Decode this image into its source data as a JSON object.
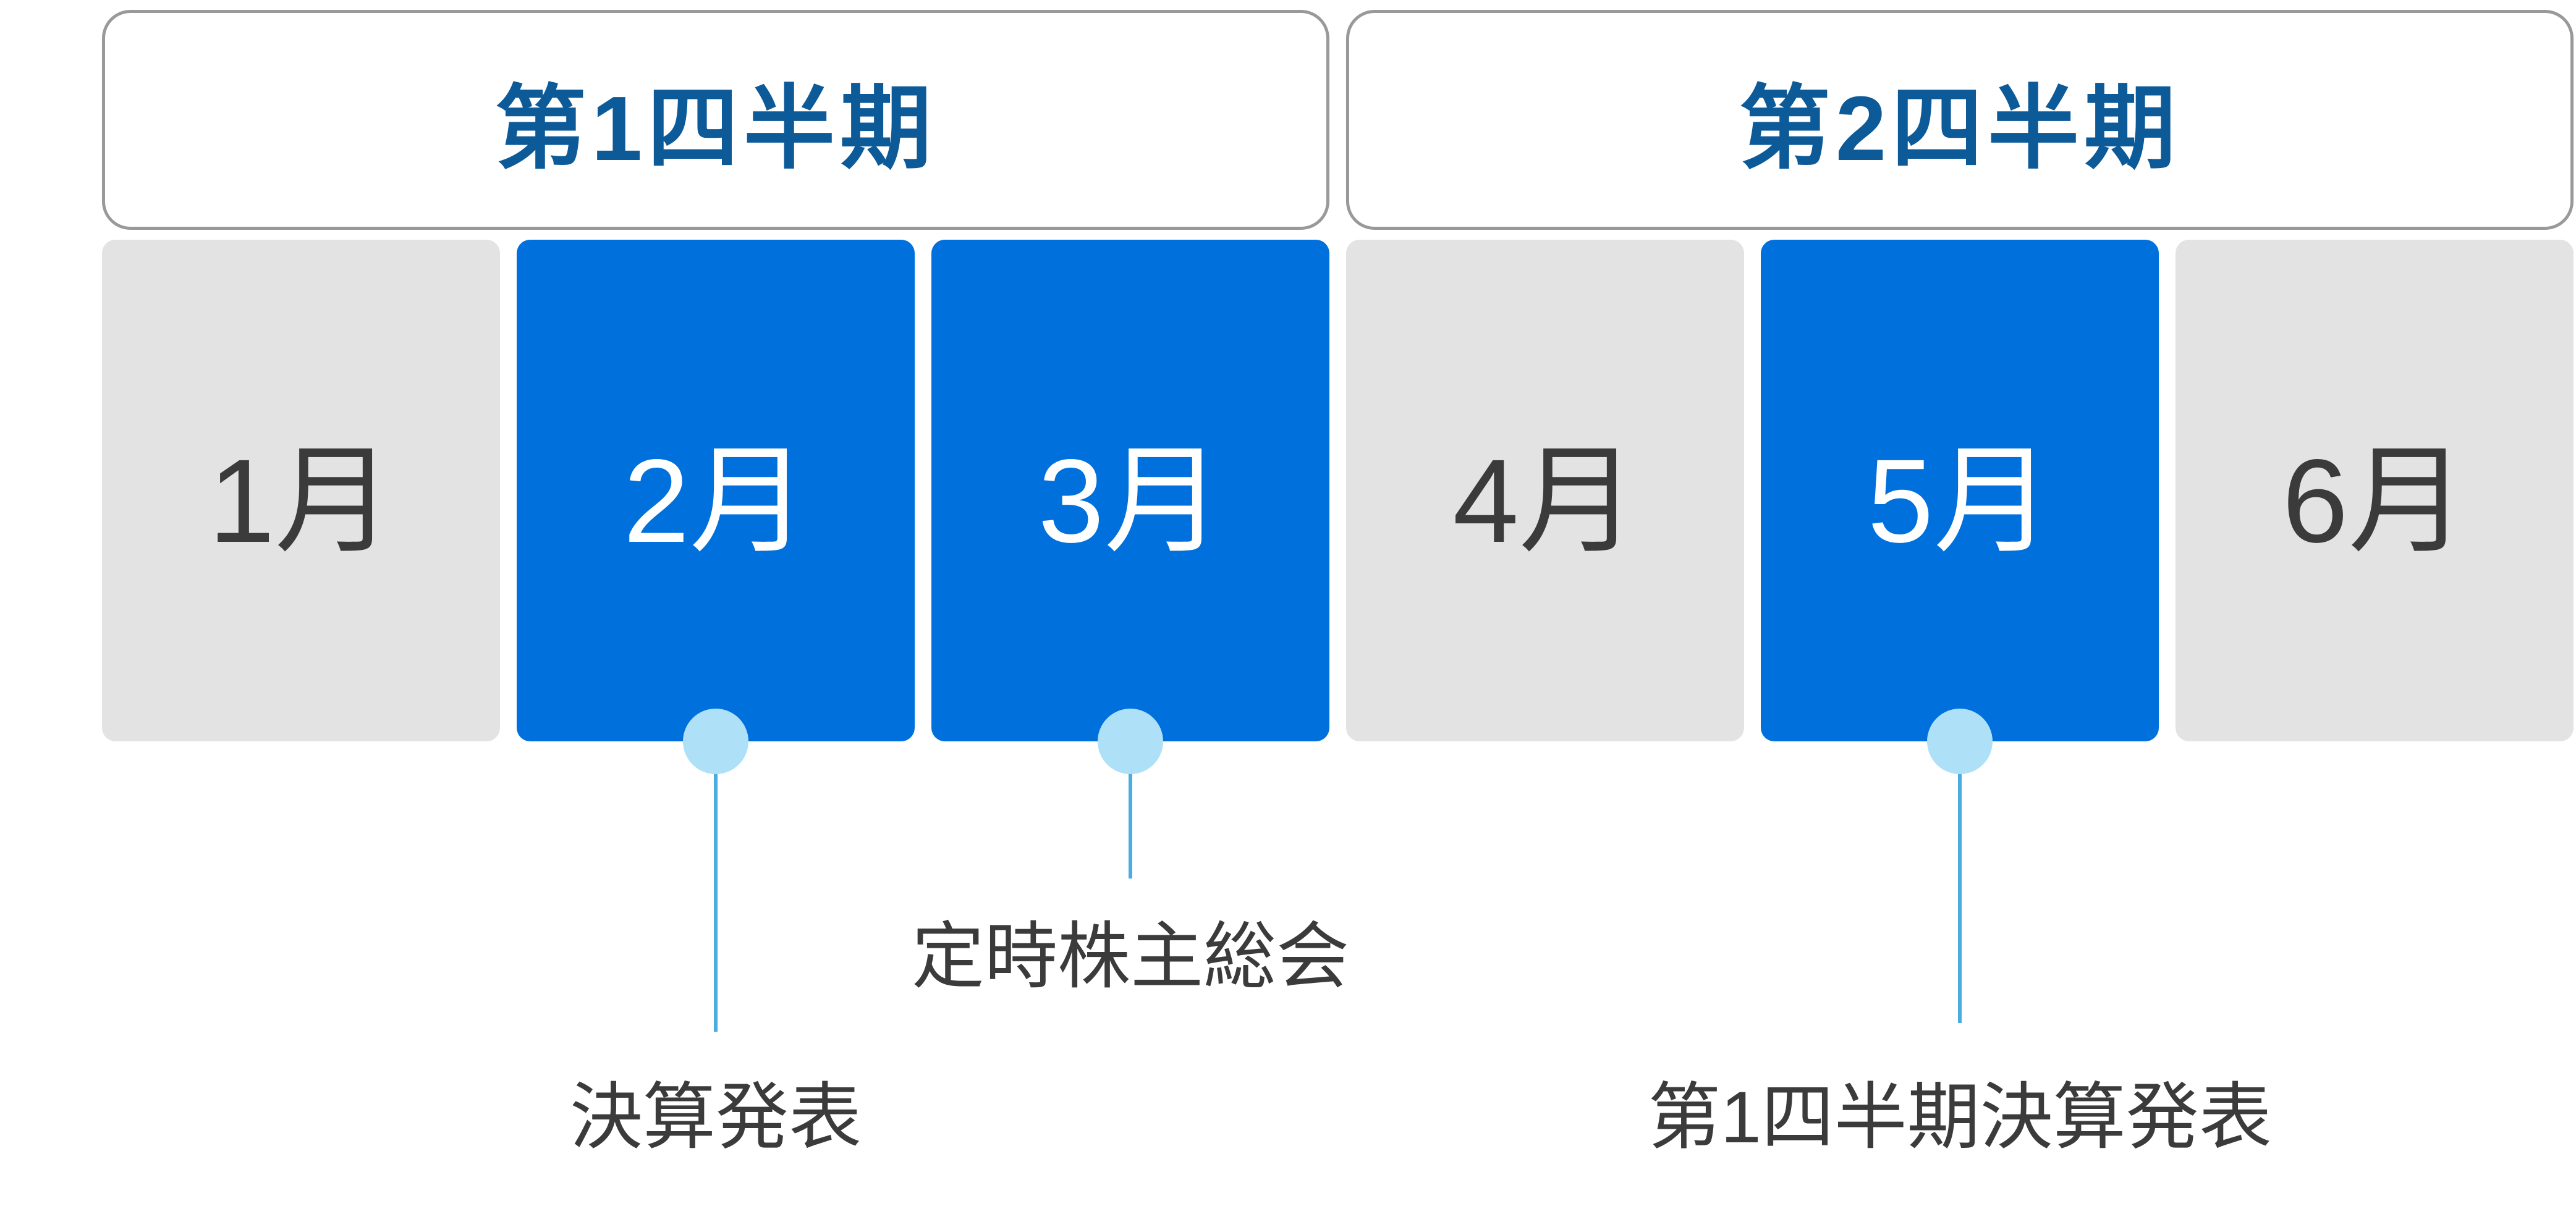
{
  "quarters": [
    {
      "label": "第1四半期"
    },
    {
      "label": "第2四半期"
    }
  ],
  "months": [
    {
      "label": "1月",
      "highlighted": false
    },
    {
      "label": "2月",
      "highlighted": true
    },
    {
      "label": "3月",
      "highlighted": true
    },
    {
      "label": "4月",
      "highlighted": false
    },
    {
      "label": "5月",
      "highlighted": true
    },
    {
      "label": "6月",
      "highlighted": false
    }
  ],
  "events": [
    {
      "month": "2月",
      "label": "決算発表"
    },
    {
      "month": "3月",
      "label": "定時株主総会"
    },
    {
      "month": "5月",
      "label": "第1四半期決算発表"
    }
  ],
  "colors": {
    "highlight-blue": "#0070dd",
    "inactive-gray": "#e3e3e3",
    "quarter-text-blue": "#0d5a99",
    "quarter-border-gray": "#999999",
    "text-dark": "#3b3b3b",
    "month-text-white": "#ffffff",
    "marker-circle-blue": "#aee0f8",
    "marker-line-blue": "#4bacdf"
  }
}
